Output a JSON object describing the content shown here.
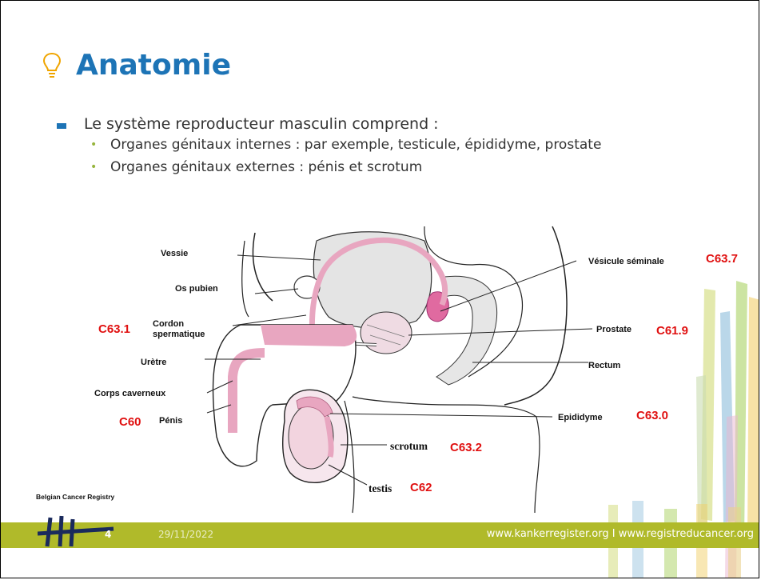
{
  "title": "Anatomie",
  "bullets": {
    "main": "Le système reproducteur masculin comprend :",
    "sub": [
      "Organes génitaux internes : par exemple, testicule, épididyme, prostate",
      "Organes génitaux externes : pénis et scrotum"
    ]
  },
  "labels": {
    "vessie": "Vessie",
    "os_pubien": "Os pubien",
    "cordon": "Cordon spermatique",
    "uretre": "Urètre",
    "corps_caverneux": "Corps caverneux",
    "penis": "Pénis",
    "vesicule": "Vésicule séminale",
    "prostate": "Prostate",
    "rectum": "Rectum",
    "epididyme": "Epididyme",
    "scrotum": "scrotum",
    "testis": "testis"
  },
  "codes": {
    "vesicule": "C63.7",
    "cordon": "C63.1",
    "prostate": "C61.9",
    "penis": "C60",
    "epididyme": "C63.0",
    "scrotum": "C63.2",
    "testis": "C62"
  },
  "logo": {
    "text": "Belgian Cancer Registry"
  },
  "footer": {
    "page_number": "4",
    "date": "29/11/2022",
    "urls": "www.kankerregister.org  I  www.registreducancer.org"
  },
  "colors": {
    "title": "#1d74b6",
    "code": "#e01010",
    "footer": "#b0ba2a",
    "bullet_sub": "#96b43c",
    "organ_pink": "#e8a6c0"
  }
}
